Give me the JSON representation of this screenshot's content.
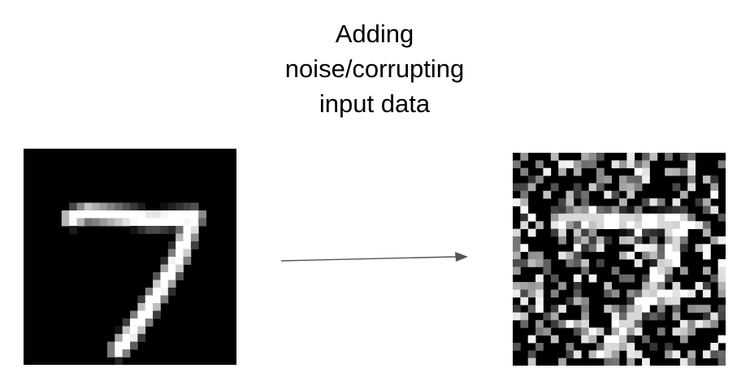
{
  "caption": {
    "line1": "Adding",
    "line2": "noise/corrupting",
    "line3": "input data"
  },
  "original_image": {
    "depicts": "digit-7",
    "grid": 28,
    "colormap": "grayscale"
  },
  "noisy_image": {
    "depicts": "digit-7-with-random-pixel-noise",
    "grid": 28,
    "colormap": "grayscale"
  },
  "arrow": {
    "direction": "right",
    "color": "#555555"
  }
}
